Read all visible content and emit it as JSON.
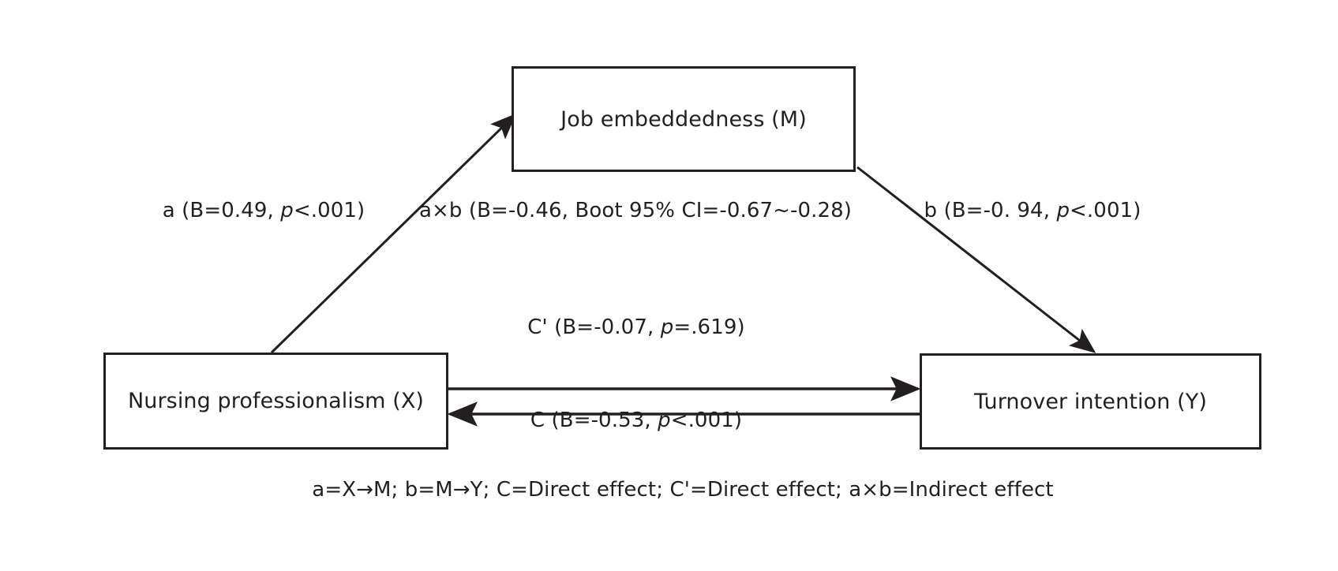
{
  "figure": {
    "type": "mediation-path-diagram",
    "background_color": "#ffffff",
    "line_color": "#231f20"
  },
  "nodes": {
    "x": {
      "label": "Nursing professionalism (X)",
      "role": "independent-variable"
    },
    "m": {
      "label": "Job embeddedness (M)",
      "role": "mediator"
    },
    "y": {
      "label": "Turnover intention (Y)",
      "role": "dependent-variable"
    }
  },
  "paths": {
    "a": {
      "name": "a",
      "prefix": "a (B=0.49, ",
      "italic": "p",
      "suffix": "<.001)",
      "full_text": "a (B=0.49, p<.001)",
      "coefficient": 0.49,
      "from": "X",
      "to": "M"
    },
    "b": {
      "name": "b",
      "prefix": "b (B=-0. 94, ",
      "italic": "p",
      "suffix": "<.001)",
      "full_text": "b (B=-0. 94, p<.001)",
      "coefficient": -0.94,
      "from": "M",
      "to": "Y"
    },
    "axb": {
      "name": "a×b",
      "prefix": "a×b (B=-0.46, Boot 95% CI=-0.67~-0.28)",
      "italic": "",
      "suffix": "",
      "full_text": "a×b (B=-0.46, Boot 95% CI=-0.67~-0.28)",
      "coefficient": -0.46,
      "ci_lower": -0.67,
      "ci_upper": -0.28
    },
    "c_prime": {
      "name": "C'",
      "prefix": "C' (B=-0.07, ",
      "italic": "p",
      "suffix": "=.619)",
      "full_text": "C' (B=-0.07, p=.619)",
      "coefficient": -0.07,
      "from": "X",
      "to": "Y"
    },
    "c": {
      "name": "C",
      "prefix": "C (B=-0.53, ",
      "italic": "p",
      "suffix": "<.001)",
      "full_text": "C (B=-0.53, p<.001)",
      "coefficient": -0.53,
      "from": "Y",
      "to": "X"
    }
  },
  "footnote": {
    "text": "a=X→M; b=M→Y; C=Direct effect; C'=Direct effect; a×b=Indirect effect"
  }
}
